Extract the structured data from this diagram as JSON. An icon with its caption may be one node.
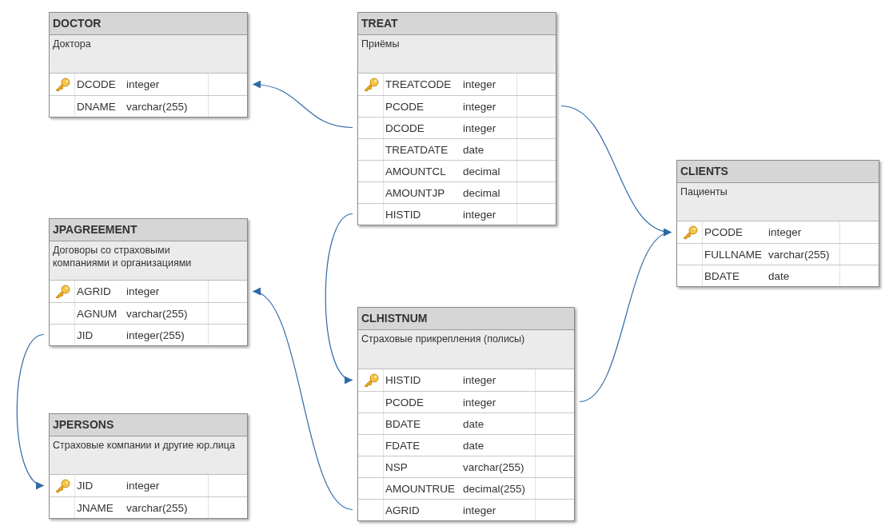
{
  "diagram": {
    "nodes": [
      {
        "text": [
          "DOCTOR",
          "Доктора"
        ]
      },
      {
        "text": [
          "DCODE",
          "integer"
        ],
        "in": 0
      },
      {
        "text": [
          "DNAME",
          "varchar(255)"
        ],
        "in": 0
      },
      {
        "text": [
          "TREAT",
          "Приёмы"
        ]
      },
      {
        "text": [
          "TREATCODE",
          "integer"
        ],
        "in": 3
      },
      {
        "text": [
          "PCODE",
          "integer"
        ],
        "in": 3
      },
      {
        "text": [
          "DCODE",
          "integer"
        ],
        "in": 3
      },
      {
        "text": [
          "TREATDATE",
          "date"
        ],
        "in": 3
      },
      {
        "text": [
          "AMOUNTCL",
          "decimal"
        ],
        "in": 3
      },
      {
        "text": [
          "AMOUNTJP",
          "decimal"
        ],
        "in": 3
      },
      {
        "text": [
          "HISTID",
          "integer"
        ],
        "in": 3
      },
      {
        "text": [
          "CLIENTS",
          "Пациенты"
        ]
      },
      {
        "text": [
          "PCODE",
          "integer"
        ],
        "in": 11
      },
      {
        "text": [
          "FULLNAME",
          "varchar(255)"
        ],
        "in": 11
      },
      {
        "text": [
          "BDATE",
          "date"
        ],
        "in": 11
      },
      {
        "text": [
          "JPAGREEMENT",
          "Договоры со страховыми компаниями и организациями"
        ]
      },
      {
        "text": [
          "AGRID",
          "integer"
        ],
        "in": 15
      },
      {
        "text": [
          "AGNUM",
          "varchar(255)"
        ],
        "in": 15
      },
      {
        "text": [
          "JID",
          "integer(255)"
        ],
        "in": 15
      },
      {
        "text": [
          "CLHISTNUM",
          "Страховые прикрепления (полисы)"
        ]
      },
      {
        "text": [
          "HISTID",
          "integer"
        ],
        "in": 19
      },
      {
        "text": [
          "PCODE",
          "integer"
        ],
        "in": 19
      },
      {
        "text": [
          "BDATE",
          "date"
        ],
        "in": 19
      },
      {
        "text": [
          "FDATE",
          "date"
        ],
        "in": 19
      },
      {
        "text": [
          "NSP",
          "varchar(255)"
        ],
        "in": 19
      },
      {
        "text": [
          "AMOUNTRUE",
          "decimal(255)"
        ],
        "in": 19
      },
      {
        "text": [
          "AGRID",
          "integer"
        ],
        "in": 19
      },
      {
        "text": [
          "JPERSONS",
          "Страховые компании и другие юр.лица"
        ]
      },
      {
        "text": [
          "JID",
          "integer"
        ],
        "in": 27
      },
      {
        "text": [
          "JNAME",
          "varchar(255)"
        ],
        "in": 27
      }
    ],
    "edges": [
      {
        "from": 6,
        "to": 1,
        "arrow": "to"
      },
      {
        "from": 5,
        "to": 12,
        "arrow": "to"
      },
      {
        "from": 10,
        "to": 20,
        "arrow": "to"
      },
      {
        "from": 21,
        "to": 12,
        "arrow": "to"
      },
      {
        "from": 26,
        "to": 16,
        "arrow": "to"
      },
      {
        "from": 18,
        "to": 28,
        "arrow": "to"
      }
    ]
  }
}
